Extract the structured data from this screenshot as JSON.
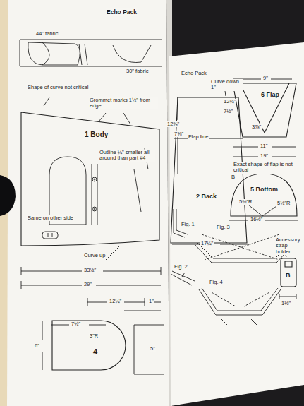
{
  "diagram": {
    "title": "Echo Pack",
    "nodes": [
      {
        "text": [
          "1 Body"
        ]
      },
      {
        "text": [
          "4"
        ]
      },
      {
        "text": [
          "2 Back"
        ]
      },
      {
        "text": [
          "6 Flap"
        ]
      },
      {
        "text": [
          "5 Bottom"
        ]
      },
      {
        "text": [
          "B"
        ]
      }
    ],
    "labels": [
      "44\" fabric",
      "30\" fabric",
      "Shape of curve not critical",
      "Grommet marks 1½\" from edge",
      "Outline ¼\" smaller all around than part #4",
      "Same on other side",
      "Curve up",
      "33½\"",
      "29\"",
      "12¼\"",
      "1\"",
      "7½\"",
      "6\"",
      "3\"R",
      "5\"",
      "Echo Pack",
      "Curve down 1\"",
      "12⅝\"",
      "7⅝\"",
      "Flap line",
      "17¼\"",
      "9\"",
      "12¾\"",
      "7½\"",
      "3⅞\"",
      "11\"",
      "19\"",
      "Exact shape of flap is not critical",
      "B",
      "5¾\"R",
      "5½\"R",
      "16½\"",
      "Fig. 1",
      "Fig. 3",
      "Accessory strap holder",
      "Fig. 2",
      "Fig. 4",
      "1½\""
    ]
  }
}
